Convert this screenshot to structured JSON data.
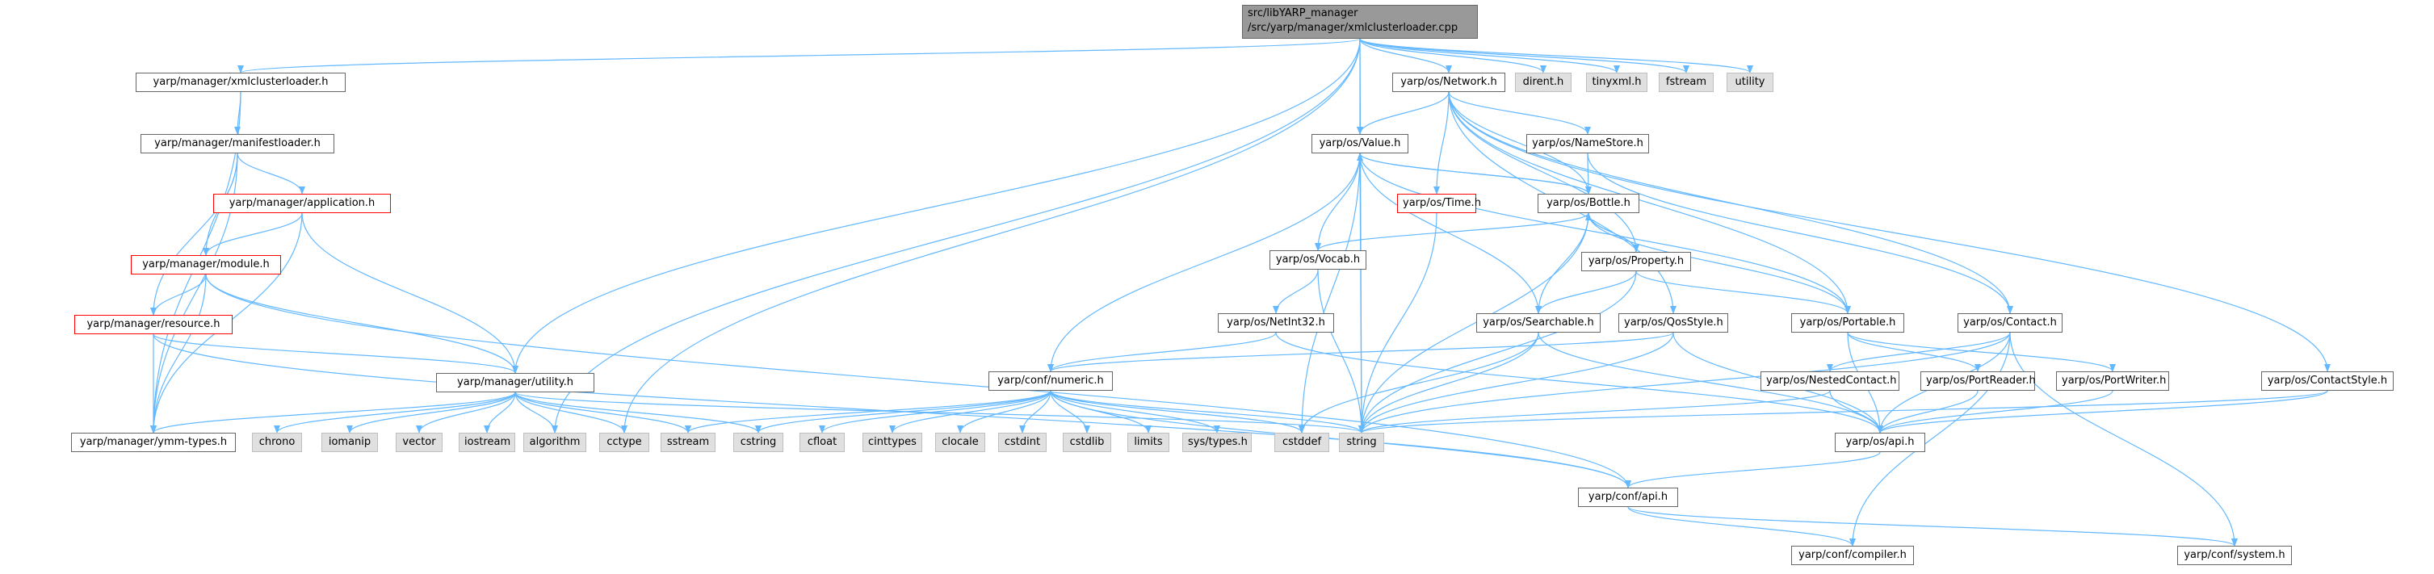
{
  "graph": {
    "edge_color": "#63b8ff",
    "nodes": [
      {
        "id": "root",
        "lines": [
          "src/libYARP_manager",
          "/src/yarp/manager/xmlclusterloader.cpp"
        ],
        "style": "root"
      },
      {
        "id": "xmlclusterloader_h",
        "label": "yarp/manager/xmlclusterloader.h",
        "style": "link"
      },
      {
        "id": "manifestloader",
        "label": "yarp/manager/manifestloader.h",
        "style": "link"
      },
      {
        "id": "application",
        "label": "yarp/manager/application.h",
        "style": "trunc"
      },
      {
        "id": "module",
        "label": "yarp/manager/module.h",
        "style": "trunc"
      },
      {
        "id": "resource",
        "label": "yarp/manager/resource.h",
        "style": "trunc"
      },
      {
        "id": "mutility",
        "label": "yarp/manager/utility.h",
        "style": "link"
      },
      {
        "id": "ymmtypes",
        "label": "yarp/manager/ymm-types.h",
        "style": "link"
      },
      {
        "id": "chrono",
        "label": "chrono",
        "style": "sys"
      },
      {
        "id": "iomanip",
        "label": "iomanip",
        "style": "sys"
      },
      {
        "id": "vector",
        "label": "vector",
        "style": "sys"
      },
      {
        "id": "iostream",
        "label": "iostream",
        "style": "sys"
      },
      {
        "id": "algorithm",
        "label": "algorithm",
        "style": "sys"
      },
      {
        "id": "cctype",
        "label": "cctype",
        "style": "sys"
      },
      {
        "id": "sstream",
        "label": "sstream",
        "style": "sys"
      },
      {
        "id": "cstring",
        "label": "cstring",
        "style": "sys"
      },
      {
        "id": "cfloat",
        "label": "cfloat",
        "style": "sys"
      },
      {
        "id": "cinttypes",
        "label": "cinttypes",
        "style": "sys"
      },
      {
        "id": "clocale",
        "label": "clocale",
        "style": "sys"
      },
      {
        "id": "cstdint",
        "label": "cstdint",
        "style": "sys"
      },
      {
        "id": "cstdlib",
        "label": "cstdlib",
        "style": "sys"
      },
      {
        "id": "limits",
        "label": "limits",
        "style": "sys"
      },
      {
        "id": "systypes",
        "label": "sys/types.h",
        "style": "sys"
      },
      {
        "id": "cstddef",
        "label": "cstddef",
        "style": "sys"
      },
      {
        "id": "string",
        "label": "string",
        "style": "sys"
      },
      {
        "id": "dirent",
        "label": "dirent.h",
        "style": "sys"
      },
      {
        "id": "tinyxml",
        "label": "tinyxml.h",
        "style": "sys"
      },
      {
        "id": "fstream",
        "label": "fstream",
        "style": "sys"
      },
      {
        "id": "utility",
        "label": "utility",
        "style": "sys"
      },
      {
        "id": "network",
        "label": "yarp/os/Network.h",
        "style": "link"
      },
      {
        "id": "value",
        "label": "yarp/os/Value.h",
        "style": "link"
      },
      {
        "id": "time",
        "label": "yarp/os/Time.h",
        "style": "trunc"
      },
      {
        "id": "namestore",
        "label": "yarp/os/NameStore.h",
        "style": "link"
      },
      {
        "id": "bottle",
        "label": "yarp/os/Bottle.h",
        "style": "link"
      },
      {
        "id": "vocab",
        "label": "yarp/os/Vocab.h",
        "style": "link"
      },
      {
        "id": "property",
        "label": "yarp/os/Property.h",
        "style": "link"
      },
      {
        "id": "netint32",
        "label": "yarp/os/NetInt32.h",
        "style": "link"
      },
      {
        "id": "searchable",
        "label": "yarp/os/Searchable.h",
        "style": "link"
      },
      {
        "id": "qosstyle",
        "label": "yarp/os/QosStyle.h",
        "style": "link"
      },
      {
        "id": "portable",
        "label": "yarp/os/Portable.h",
        "style": "link"
      },
      {
        "id": "contact",
        "label": "yarp/os/Contact.h",
        "style": "link"
      },
      {
        "id": "numeric",
        "label": "yarp/conf/numeric.h",
        "style": "link"
      },
      {
        "id": "nestedcontact",
        "label": "yarp/os/NestedContact.h",
        "style": "link"
      },
      {
        "id": "portreader",
        "label": "yarp/os/PortReader.h",
        "style": "link"
      },
      {
        "id": "portwriter",
        "label": "yarp/os/PortWriter.h",
        "style": "link"
      },
      {
        "id": "contactstyle",
        "label": "yarp/os/ContactStyle.h",
        "style": "link"
      },
      {
        "id": "osapi",
        "label": "yarp/os/api.h",
        "style": "link"
      },
      {
        "id": "confapi",
        "label": "yarp/conf/api.h",
        "style": "link"
      },
      {
        "id": "compiler",
        "label": "yarp/conf/compiler.h",
        "style": "link"
      },
      {
        "id": "system",
        "label": "yarp/conf/system.h",
        "style": "link"
      }
    ],
    "edges": [
      [
        "root",
        "xmlclusterloader_h"
      ],
      [
        "root",
        "mutility"
      ],
      [
        "root",
        "algorithm"
      ],
      [
        "root",
        "cctype"
      ],
      [
        "root",
        "string"
      ],
      [
        "root",
        "value"
      ],
      [
        "root",
        "network"
      ],
      [
        "root",
        "dirent"
      ],
      [
        "root",
        "tinyxml"
      ],
      [
        "root",
        "fstream"
      ],
      [
        "root",
        "utility"
      ],
      [
        "xmlclusterloader_h",
        "manifestloader"
      ],
      [
        "xmlclusterloader_h",
        "ymmtypes"
      ],
      [
        "manifestloader",
        "application"
      ],
      [
        "manifestloader",
        "module"
      ],
      [
        "manifestloader",
        "resource"
      ],
      [
        "manifestloader",
        "ymmtypes"
      ],
      [
        "application",
        "module"
      ],
      [
        "application",
        "mutility"
      ],
      [
        "application",
        "ymmtypes"
      ],
      [
        "module",
        "resource"
      ],
      [
        "module",
        "mutility"
      ],
      [
        "module",
        "ymmtypes"
      ],
      [
        "module",
        "confapi"
      ],
      [
        "resource",
        "mutility"
      ],
      [
        "resource",
        "ymmtypes"
      ],
      [
        "resource",
        "confapi"
      ],
      [
        "mutility",
        "ymmtypes"
      ],
      [
        "mutility",
        "chrono"
      ],
      [
        "mutility",
        "iomanip"
      ],
      [
        "mutility",
        "vector"
      ],
      [
        "mutility",
        "iostream"
      ],
      [
        "mutility",
        "algorithm"
      ],
      [
        "mutility",
        "cctype"
      ],
      [
        "mutility",
        "sstream"
      ],
      [
        "mutility",
        "cstring"
      ],
      [
        "mutility",
        "string"
      ],
      [
        "network",
        "value"
      ],
      [
        "network",
        "time"
      ],
      [
        "network",
        "namestore"
      ],
      [
        "network",
        "bottle"
      ],
      [
        "network",
        "property"
      ],
      [
        "network",
        "qosstyle"
      ],
      [
        "network",
        "portable"
      ],
      [
        "network",
        "contact"
      ],
      [
        "network",
        "contactstyle"
      ],
      [
        "value",
        "bottle"
      ],
      [
        "value",
        "vocab"
      ],
      [
        "value",
        "numeric"
      ],
      [
        "value",
        "searchable"
      ],
      [
        "value",
        "portable"
      ],
      [
        "value",
        "string"
      ],
      [
        "value",
        "cstddef"
      ],
      [
        "bottle",
        "value"
      ],
      [
        "bottle",
        "vocab"
      ],
      [
        "bottle",
        "property"
      ],
      [
        "bottle",
        "searchable"
      ],
      [
        "bottle",
        "portable"
      ],
      [
        "bottle",
        "string"
      ],
      [
        "property",
        "bottle"
      ],
      [
        "property",
        "searchable"
      ],
      [
        "property",
        "portable"
      ],
      [
        "property",
        "string"
      ],
      [
        "namestore",
        "bottle"
      ],
      [
        "namestore",
        "contact"
      ],
      [
        "time",
        "string"
      ],
      [
        "vocab",
        "netint32"
      ],
      [
        "vocab",
        "string"
      ],
      [
        "netint32",
        "numeric"
      ],
      [
        "netint32",
        "osapi"
      ],
      [
        "searchable",
        "osapi"
      ],
      [
        "searchable",
        "string"
      ],
      [
        "searchable",
        "cstddef"
      ],
      [
        "qosstyle",
        "numeric"
      ],
      [
        "qosstyle",
        "osapi"
      ],
      [
        "qosstyle",
        "string"
      ],
      [
        "portable",
        "portreader"
      ],
      [
        "portable",
        "portwriter"
      ],
      [
        "portable",
        "osapi"
      ],
      [
        "contact",
        "nestedcontact"
      ],
      [
        "contact",
        "osapi"
      ],
      [
        "contact",
        "string"
      ],
      [
        "contact",
        "compiler"
      ],
      [
        "contact",
        "system"
      ],
      [
        "nestedcontact",
        "osapi"
      ],
      [
        "nestedcontact",
        "string"
      ],
      [
        "portreader",
        "osapi"
      ],
      [
        "portwriter",
        "osapi"
      ],
      [
        "contactstyle",
        "osapi"
      ],
      [
        "contactstyle",
        "string"
      ],
      [
        "numeric",
        "sstream"
      ],
      [
        "numeric",
        "cstring"
      ],
      [
        "numeric",
        "cfloat"
      ],
      [
        "numeric",
        "cinttypes"
      ],
      [
        "numeric",
        "clocale"
      ],
      [
        "numeric",
        "cstdint"
      ],
      [
        "numeric",
        "cstdlib"
      ],
      [
        "numeric",
        "limits"
      ],
      [
        "numeric",
        "systypes"
      ],
      [
        "numeric",
        "cstddef"
      ],
      [
        "numeric",
        "string"
      ],
      [
        "numeric",
        "confapi"
      ],
      [
        "osapi",
        "confapi"
      ],
      [
        "confapi",
        "compiler"
      ],
      [
        "confapi",
        "system"
      ]
    ]
  }
}
